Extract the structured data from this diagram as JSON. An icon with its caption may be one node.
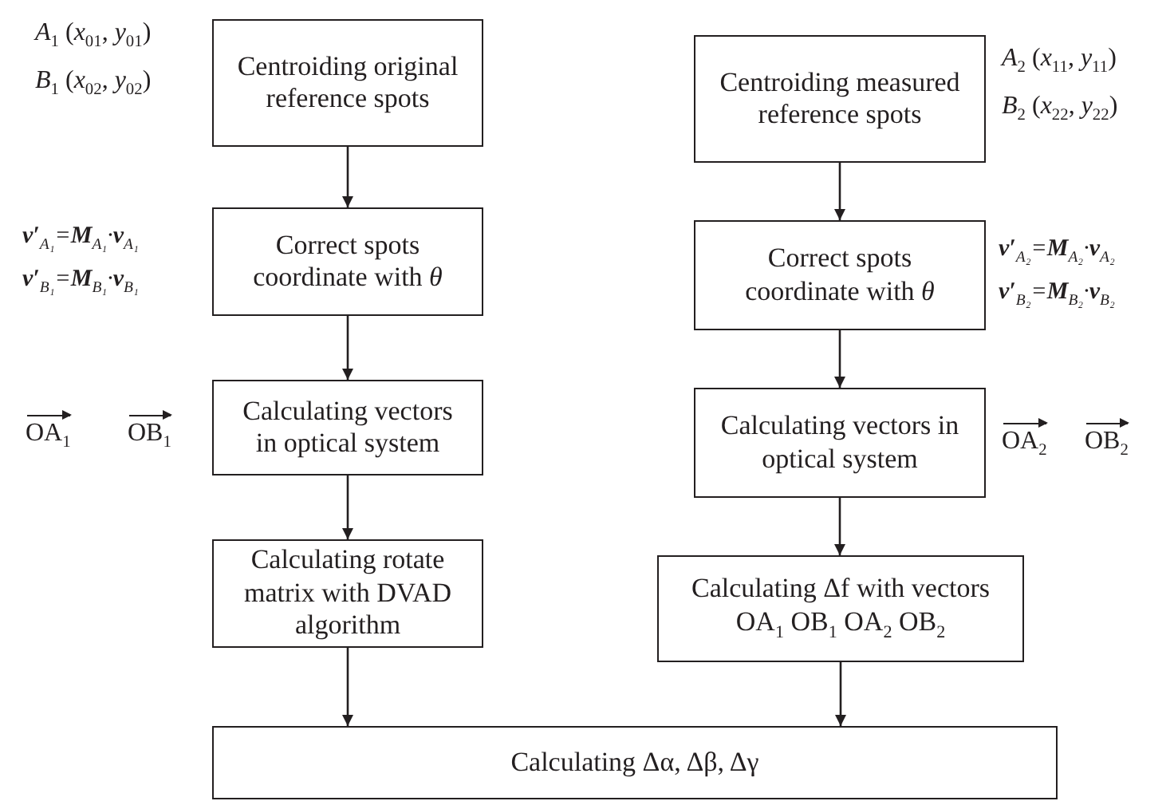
{
  "diagram": {
    "nodes": [
      {
        "text": [
          "Centroiding original reference spots"
        ]
      },
      {
        "text": [
          "Correct spots coordinate with *θ*"
        ]
      },
      {
        "text": [
          "Calculating vectors in optical system"
        ]
      },
      {
        "text": [
          "Calculating rotate matrix with DVAD algorithm"
        ]
      },
      {
        "text": [
          "Centroiding measured reference spots"
        ]
      },
      {
        "text": [
          "Correct spots coordinate with *θ*"
        ]
      },
      {
        "text": [
          "Calculating vectors in optical system"
        ]
      },
      {
        "text": [
          "Calculating Δf with vectors OA$_{1}$ OB$_{1}$ OA$_{2}$ OB$_{2}$"
        ]
      },
      {
        "text": [
          "Calculating Δα, Δβ, Δγ"
        ]
      }
    ],
    "edges": [
      {
        "from": 0,
        "to": 1,
        "arrow": "to"
      },
      {
        "from": 1,
        "to": 2,
        "arrow": "to"
      },
      {
        "from": 2,
        "to": 3,
        "arrow": "to"
      },
      {
        "from": 3,
        "to": 8,
        "arrow": "to"
      },
      {
        "from": 4,
        "to": 5,
        "arrow": "to"
      },
      {
        "from": 5,
        "to": 6,
        "arrow": "to"
      },
      {
        "from": 6,
        "to": 7,
        "arrow": "to"
      },
      {
        "from": 7,
        "to": 8,
        "arrow": "to"
      }
    ],
    "labels": [
      "*A*$_{1}$ (*x*$_{01}$, *y*$_{01}$)",
      "*B*$_{1}$ (*x*$_{02}$, *y*$_{02}$)",
      "*A*$_{2}$ (*x*$_{11}$, *y*$_{11}$)",
      "*B*$_{2}$ (*x*$_{22}$, *y*$_{22}$)",
      "**v′**$_{A₁}$=**M**$_{A₁}$·**v**$_{A₁}$",
      "**v′**$_{B₁}$=**M**$_{B₁}$·**v**$_{B₁}$",
      "**v′**$_{A₂}$=**M**$_{A₂}$·**v**$_{A₂}$",
      "**v′**$_{B₂}$=**M**$_{B₂}$·**v**$_{B₂}$",
      "OA$_{1}$",
      "OB$_{1}$",
      "OA$_{2}$",
      "OB$_{2}$"
    ]
  }
}
